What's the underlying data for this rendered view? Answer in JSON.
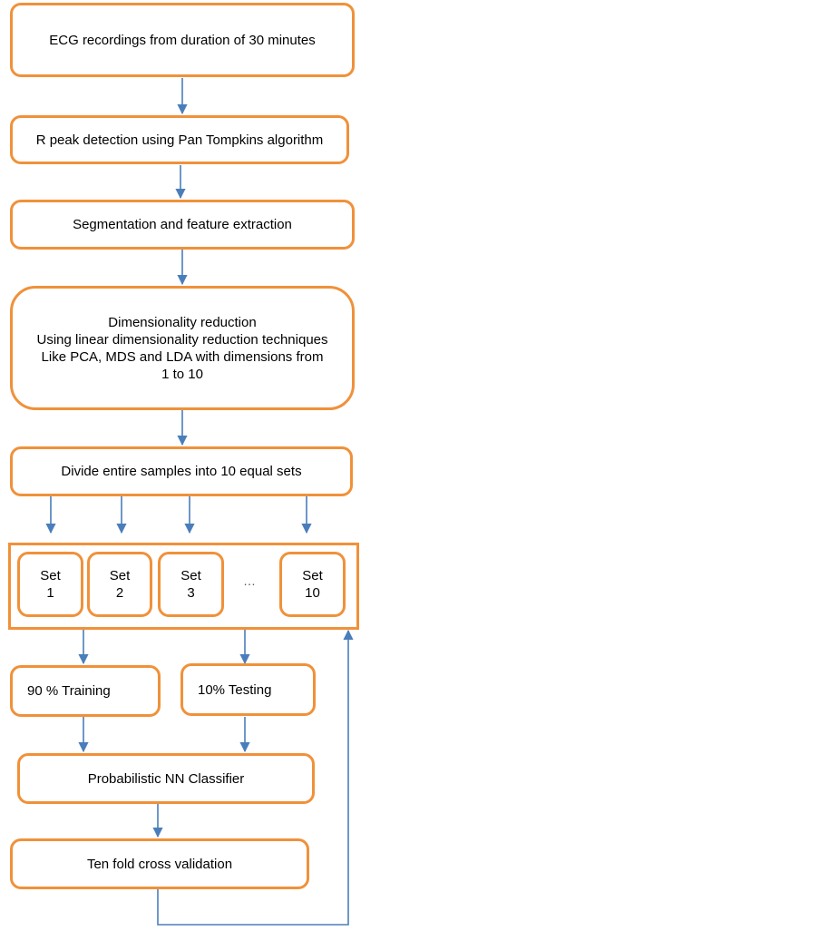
{
  "colors": {
    "box_border": "#F0913A",
    "arrow": "#4A7EBB"
  },
  "steps": {
    "ecg": "ECG recordings from duration of 30 minutes",
    "rpeak": "R peak detection using Pan Tompkins algorithm",
    "segmentation": "Segmentation and feature extraction",
    "dimred": {
      "line1": "Dimensionality reduction",
      "line2": "Using linear dimensionality reduction techniques",
      "line3": "Like PCA, MDS and LDA with dimensions from",
      "line4": "1 to 10"
    },
    "divide": "Divide entire samples into 10 equal sets",
    "sets": [
      {
        "label": "Set",
        "num": "1"
      },
      {
        "label": "Set",
        "num": "2"
      },
      {
        "label": "Set",
        "num": "3"
      },
      {
        "label": "Set",
        "num": "10"
      }
    ],
    "ellipsis": "…",
    "training": "90 % Training",
    "testing": "10% Testing",
    "classifier": "Probabilistic NN Classifier",
    "crossval": "Ten fold cross validation"
  }
}
